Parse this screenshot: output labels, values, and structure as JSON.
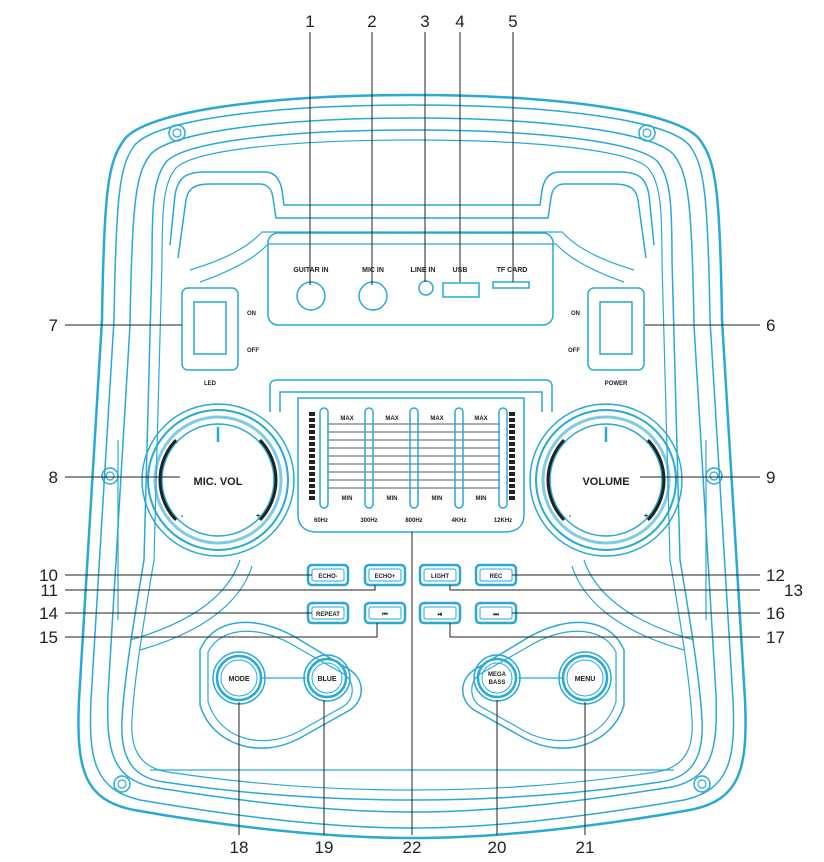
{
  "callouts": [
    {
      "id": 1,
      "text": "1"
    },
    {
      "id": 2,
      "text": "2"
    },
    {
      "id": 3,
      "text": "3"
    },
    {
      "id": 4,
      "text": "4"
    },
    {
      "id": 5,
      "text": "5"
    },
    {
      "id": 6,
      "text": "6"
    },
    {
      "id": 7,
      "text": "7"
    },
    {
      "id": 8,
      "text": "8"
    },
    {
      "id": 9,
      "text": "9"
    },
    {
      "id": 10,
      "text": "10"
    },
    {
      "id": 11,
      "text": "11"
    },
    {
      "id": 12,
      "text": "12"
    },
    {
      "id": 13,
      "text": "13"
    },
    {
      "id": 14,
      "text": "14"
    },
    {
      "id": 15,
      "text": "15"
    },
    {
      "id": 16,
      "text": "16"
    },
    {
      "id": 17,
      "text": "17"
    },
    {
      "id": 18,
      "text": "18"
    },
    {
      "id": 19,
      "text": "19"
    },
    {
      "id": 20,
      "text": "20"
    },
    {
      "id": 21,
      "text": "21"
    },
    {
      "id": 22,
      "text": "22"
    }
  ],
  "ports": {
    "guitar_in": "GUITAR IN",
    "mic_in": "MIC IN",
    "line_in": "LINE IN",
    "usb": "USB",
    "tf_card": "TF CARD"
  },
  "switches": {
    "led": {
      "label": "LED",
      "on": "ON",
      "off": "OFF"
    },
    "power": {
      "label": "POWER",
      "on": "ON",
      "off": "OFF"
    }
  },
  "knobs": {
    "mic_vol": {
      "label": "MIC. VOL",
      "minus": "-",
      "plus": "+"
    },
    "volume": {
      "label": "VOLUME",
      "minus": "-",
      "plus": "+"
    }
  },
  "equalizer": {
    "max": "MAX",
    "min": "MIN",
    "bands": [
      "60Hz",
      "300Hz",
      "800Hz",
      "4KHz",
      "12KHz"
    ]
  },
  "buttons": {
    "echo_minus": "ECHO-",
    "echo_plus": "ECHO+",
    "light": "LIGHT",
    "rec": "REC",
    "repeat": "REPEAT",
    "prev": "⏮",
    "play_pause": "⏯",
    "next": "⏭",
    "mode": "MODE",
    "blue": "BLUE",
    "mega_bass_1": "MEGA",
    "mega_bass_2": "BASS",
    "menu": "MENU"
  },
  "colors": {
    "outline": "#29a9d6",
    "text": "#222222"
  }
}
